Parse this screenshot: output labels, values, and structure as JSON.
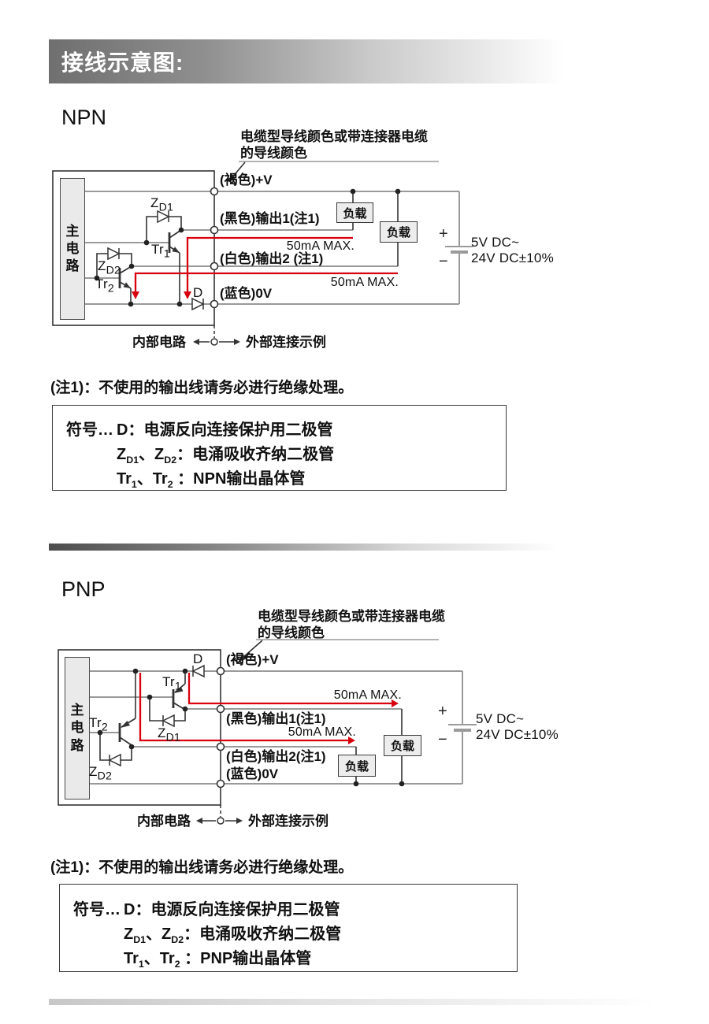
{
  "header": {
    "title": "接线示意图:"
  },
  "npn": {
    "title": "NPN",
    "annotation": {
      "line1": "电缆型导线颜色或带连接器电缆",
      "line2": "的导线颜色"
    },
    "main_circuit": "主电路",
    "components": {
      "zd1": [
        {
          "t": "Z"
        },
        {
          "t": "D1",
          "sub": true
        }
      ],
      "zd2": [
        {
          "t": "Z"
        },
        {
          "t": "D2",
          "sub": true
        }
      ],
      "tr1": [
        {
          "t": "Tr"
        },
        {
          "t": "1",
          "sub": true
        }
      ],
      "tr2": [
        {
          "t": "Tr"
        },
        {
          "t": "2",
          "sub": true
        }
      ],
      "d": "D"
    },
    "wire_labels": {
      "plus_v": "(褐色)+V",
      "output1": "(黑色)输出1(注1)",
      "output2": "(白色)输出2 (注1)",
      "zero_v": "(蓝色)0V"
    },
    "current_labels": {
      "output1": "50mA MAX.",
      "output2": "50mA MAX."
    },
    "load_labels": {
      "load1": "负载",
      "load2": "负载"
    },
    "supply": {
      "plus": "+",
      "minus": "−",
      "line1": "5V DC~",
      "line2": "24V DC±10%"
    },
    "footer": {
      "internal": "内部电路",
      "external": "外部连接示例"
    },
    "note": "(注1)：不使用的输出线请务必进行绝缘处理。",
    "legend": {
      "prefix": "符号…",
      "rows": [
        {
          "segments": [
            {
              "t": "D：电源反向连接保护用二极管"
            }
          ]
        },
        {
          "segments": [
            {
              "t": "Z"
            },
            {
              "t": "D1",
              "sub": true
            },
            {
              "t": "、Z"
            },
            {
              "t": "D2",
              "sub": true
            },
            {
              "t": "：电涌吸收齐纳二极管"
            }
          ]
        },
        {
          "segments": [
            {
              "t": "Tr"
            },
            {
              "t": "1",
              "sub": true
            },
            {
              "t": "、Tr"
            },
            {
              "t": "2",
              "sub": true
            },
            {
              "t": " ：NPN输出晶体管"
            }
          ]
        }
      ]
    }
  },
  "pnp": {
    "title": "PNP",
    "annotation": {
      "line1": "电缆型导线颜色或带连接器电缆",
      "line2": "的导线颜色"
    },
    "main_circuit": "主电路",
    "components": {
      "zd1": [
        {
          "t": "Z"
        },
        {
          "t": "D1",
          "sub": true
        }
      ],
      "zd2": [
        {
          "t": "Z"
        },
        {
          "t": "D2",
          "sub": true
        }
      ],
      "tr1": [
        {
          "t": "Tr"
        },
        {
          "t": "1",
          "sub": true
        }
      ],
      "tr2": [
        {
          "t": "Tr"
        },
        {
          "t": "2",
          "sub": true
        }
      ],
      "d": "D"
    },
    "wire_labels": {
      "plus_v": "(褐色)+V",
      "output1": "(黑色)输出1(注1)",
      "output2": "(白色)输出2(注1)",
      "zero_v": "(蓝色)0V"
    },
    "current_labels": {
      "output1": "50mA MAX.",
      "output2": "50mA MAX."
    },
    "load_labels": {
      "load1": "负载",
      "load2": "负载"
    },
    "supply": {
      "plus": "+",
      "minus": "−",
      "line1": "5V DC~",
      "line2": "24V DC±10%"
    },
    "footer": {
      "internal": "内部电路",
      "external": "外部连接示例"
    },
    "note": "(注1)：不使用的输出线请务必进行绝缘处理。",
    "legend": {
      "prefix": "符号…",
      "rows": [
        {
          "segments": [
            {
              "t": "D：电源反向连接保护用二极管"
            }
          ]
        },
        {
          "segments": [
            {
              "t": "Z"
            },
            {
              "t": "D1",
              "sub": true
            },
            {
              "t": "、Z"
            },
            {
              "t": "D2",
              "sub": true
            },
            {
              "t": "：电涌吸收齐纳二极管"
            }
          ]
        },
        {
          "segments": [
            {
              "t": "Tr"
            },
            {
              "t": "1",
              "sub": true
            },
            {
              "t": "、Tr"
            },
            {
              "t": "2",
              "sub": true
            },
            {
              "t": " ：PNP输出晶体管"
            }
          ]
        }
      ]
    }
  },
  "colors": {
    "wire": "#9a9a9a",
    "line": "#333333",
    "red": "#d7000f"
  }
}
